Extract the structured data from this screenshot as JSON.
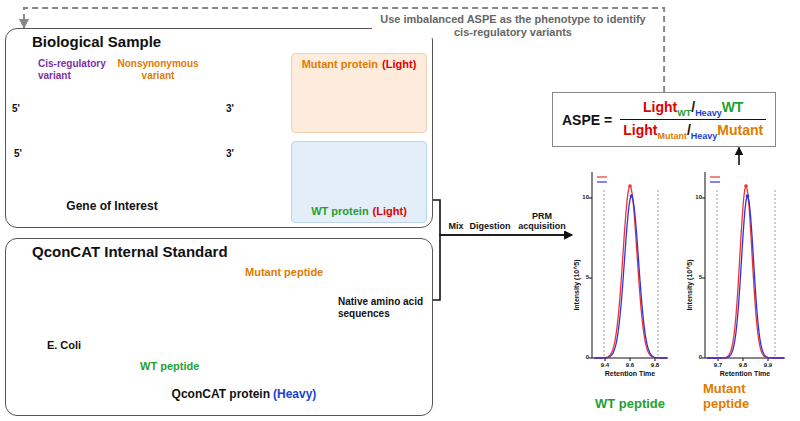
{
  "diagram": {
    "nodes": [
      {
        "text": [
          "Biological Sample"
        ]
      },
      {
        "text": [
          "Mutant protein",
          "(Light)"
        ],
        "in": 0
      },
      {
        "text": [
          "WT protein",
          "(Light)"
        ],
        "in": 0
      },
      {
        "text": [
          "QconCAT Internal Standard"
        ]
      },
      {
        "text": [
          "WT peptide"
        ]
      },
      {
        "text": [
          "Mutant peptide"
        ]
      },
      {
        "text": [
          "ASPE =",
          "Light",
          "WT",
          "/",
          "Heavy",
          "WT",
          "Light",
          "Mutant",
          "/",
          "Heavy",
          "Mutant"
        ]
      }
    ],
    "edges": [
      {
        "from": 0,
        "to": 4,
        "arrow": "to"
      },
      {
        "from": 3,
        "to": 4,
        "arrow": "to"
      },
      {
        "from": 5,
        "to": 6,
        "arrow": "to"
      },
      {
        "from": 6,
        "to": 0,
        "label": "Use imbalanced ASPE as the phenotype to identify cis-regulatory variants",
        "arrow": "to"
      }
    ],
    "labels": [
      "Mix",
      "Digestion",
      "PRM acquisition",
      "5'",
      "3'",
      "5'",
      "3'",
      "Cis-regulatory variant",
      "Nonsynonymous variant",
      "Gene of Interest",
      "E. Coli",
      "Mutant peptide",
      "WT peptide",
      "Native amino acid sequences",
      "QconCAT protein",
      "(Heavy)",
      "Intensity (10^5)",
      "Intensity (10^5)",
      "Retention Time",
      "Retention Time",
      "0",
      "5",
      "10",
      "0",
      "5",
      "10",
      "9.4",
      "9.6",
      "9.8",
      "9.7",
      "9.8",
      "9.9"
    ]
  }
}
